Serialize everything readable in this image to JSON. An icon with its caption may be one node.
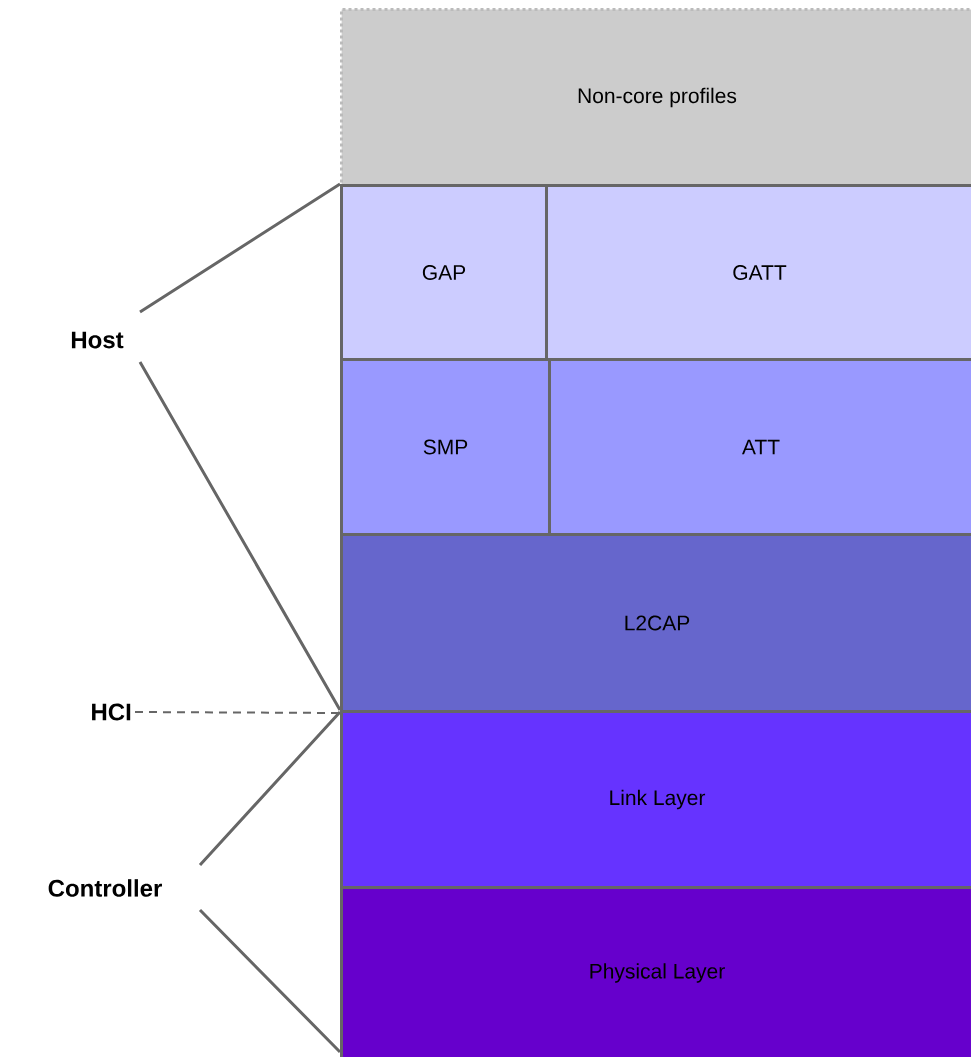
{
  "diagram": {
    "nodes": [
      {
        "text": [
          "Non-core profiles"
        ]
      },
      {
        "text": [
          "GAP"
        ]
      },
      {
        "text": [
          "GATT"
        ]
      },
      {
        "text": [
          "SMP"
        ]
      },
      {
        "text": [
          "ATT"
        ]
      },
      {
        "text": [
          "L2CAP"
        ]
      },
      {
        "text": [
          "Link Layer"
        ]
      },
      {
        "text": [
          "Physical Layer"
        ]
      },
      {
        "text": [
          "HCI"
        ]
      }
    ],
    "edges": [
      {
        "from": 8,
        "to": 5,
        "arrow": "none",
        "style": "dashed"
      }
    ],
    "labels": [
      "Host",
      "Controller"
    ]
  }
}
